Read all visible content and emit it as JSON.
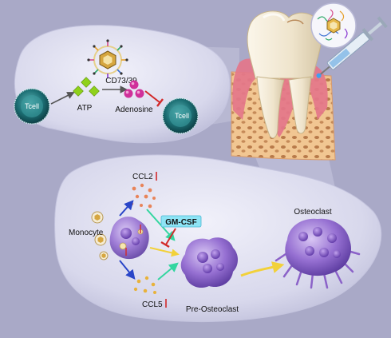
{
  "labels": {
    "tcell_left": "Tcell",
    "tcell_right": "Tcell",
    "cd73": "CD73/39",
    "atp": "ATP",
    "adenosine": "Adenosine",
    "ccl2": "CCL2",
    "ccl5": "CCL5",
    "gmcsf": "GM-CSF",
    "monocyte": "Monocyte",
    "osteoclast": "Osteoclast",
    "pre_osteoclast": "Pre-Osteoclast"
  },
  "colors": {
    "background": "#a9a9c7",
    "bubble": "#dcdcef",
    "tcell": "#1b6f73",
    "atp": "#8fd11a",
    "adenosine": "#d0309a",
    "inhibit": "#d22a2a",
    "arrow_blue": "#2a46c8",
    "arrow_green": "#33d6a0",
    "arrow_yellow": "#f2d13a",
    "gmcsf_box": "#8ee4f5",
    "osteoclast": "#8b62c8",
    "gum": "#e4768a",
    "bone": "#f0c79a"
  },
  "icons": [
    "nanoparticle-icon",
    "syringe-icon",
    "tooth-icon"
  ]
}
